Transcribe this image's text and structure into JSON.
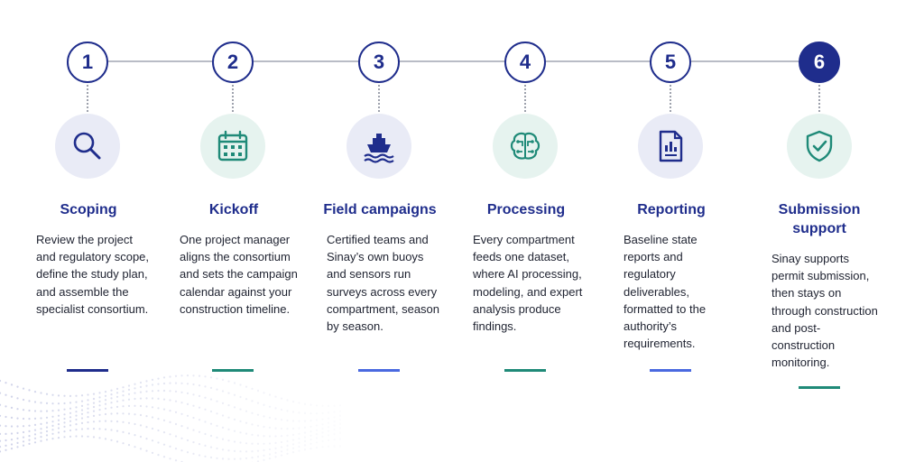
{
  "steps": [
    {
      "number": "1",
      "title": "Scoping",
      "icon": "magnifier-icon",
      "description": "Review the project and regulatory scope, define the study plan, and assemble the specialist consortium."
    },
    {
      "number": "2",
      "title": "Kickoff",
      "icon": "calendar-icon",
      "description": "One project manager aligns the consortium and sets the campaign calendar against your construction timeline."
    },
    {
      "number": "3",
      "title": "Field campaigns",
      "icon": "ship-icon",
      "description": "Certified teams and Sinay’s own buoys and sensors run surveys across every compartment, season by season."
    },
    {
      "number": "4",
      "title": "Processing",
      "icon": "brain-icon",
      "description": "Every compartment feeds one dataset, where AI processing, modeling, and expert analysis produce findings."
    },
    {
      "number": "5",
      "title": "Reporting",
      "icon": "report-document-icon",
      "description": "Baseline state reports and regulatory deliverables, formatted to the authority’s requirements."
    },
    {
      "number": "6",
      "title": "Submission support",
      "icon": "shield-check-icon",
      "description": "Sinay supports permit submission, then stays on through construction and post-construction monitoring."
    }
  ],
  "colors": {
    "navy": "#1f2d8c",
    "teal": "#1f8a78",
    "accent_blue": "#4a69e0",
    "icon_bg_blue": "#e9ebf6",
    "icon_bg_green": "#e6f3ef"
  }
}
